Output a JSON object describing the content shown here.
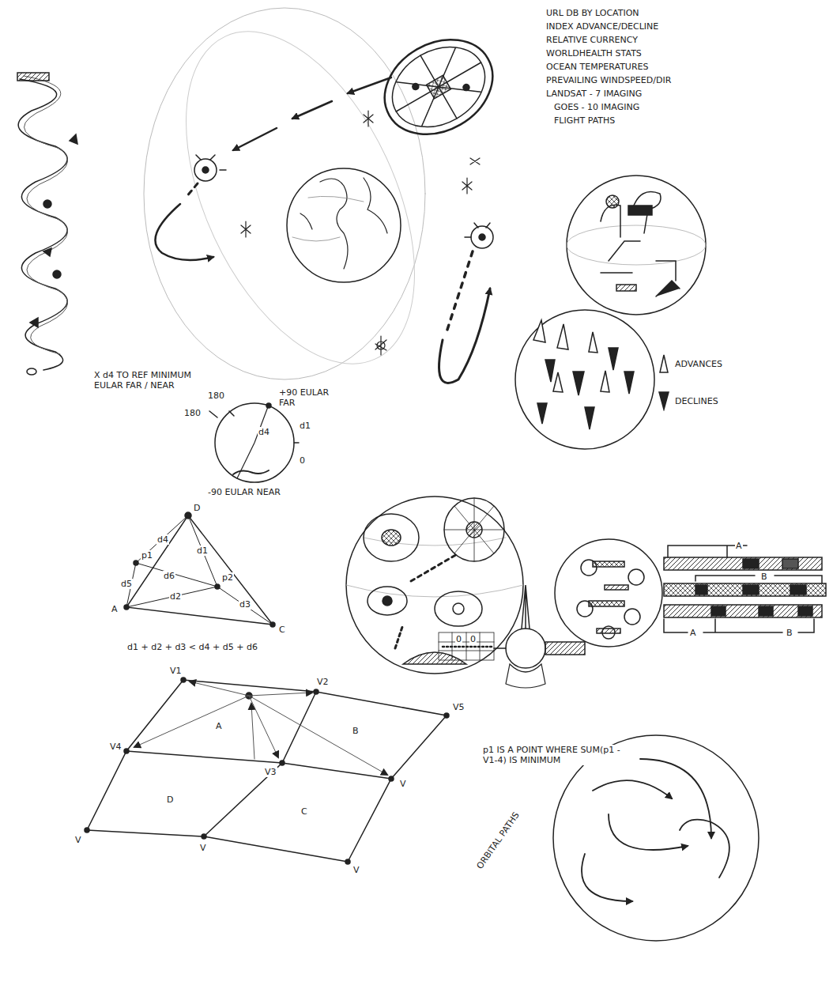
{
  "diagram": {
    "labels": [
      "URL DB BY LOCATION",
      "INDEX ADVANCE/DECLINE",
      "RELATIVE CURRENCY",
      "WORLDHEALTH STATS",
      "OCEAN TEMPERATURES",
      "PREVAILING WINDSPEED/DIR",
      "LANDSAT - 7 IMAGING",
      "GOES - 10 IMAGING",
      "FLIGHT PATHS",
      "X d4 TO REF MINIMUM EULAR FAR / NEAR",
      "180",
      "180",
      "+90 EULAR FAR",
      "d1",
      "d4",
      "0",
      "-90 EULAR NEAR",
      "D",
      "A",
      "C",
      "p1",
      "p2",
      "d4",
      "d5",
      "d6",
      "d1",
      "d2",
      "d3",
      "d1 + d2 + d3 < d4 + d5 + d6",
      "V1",
      "V2",
      "V5",
      "V4",
      "A",
      "B",
      "V3",
      "V",
      "D",
      "C",
      "V",
      "V",
      "V",
      "p1 IS A POINT WHERE SUM(p1 - V1-4) IS MINIMUM",
      "A",
      "B",
      "A",
      "B",
      "0",
      "0",
      "ORBITAL PATHS"
    ],
    "legend": [
      {
        "text": "ADVANCES"
      },
      {
        "text": "DECLINES"
      }
    ]
  }
}
